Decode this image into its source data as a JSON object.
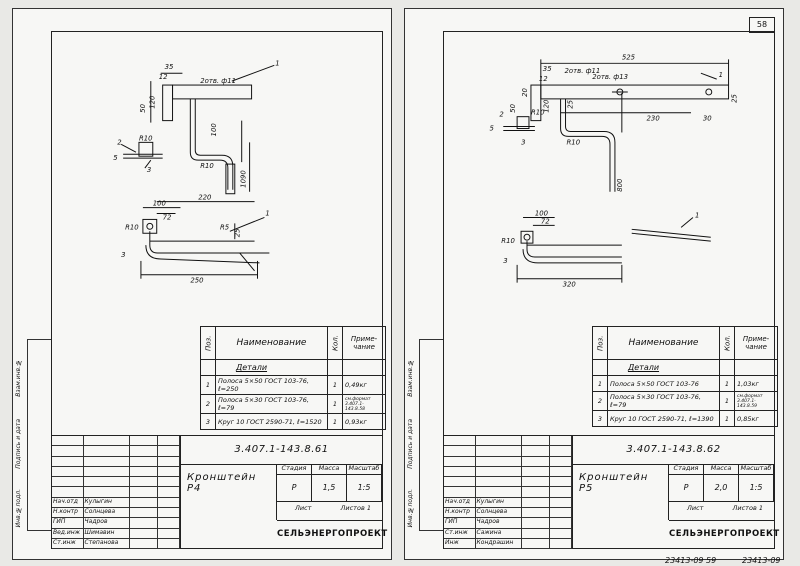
{
  "sheet_number": "58",
  "footnote": "23413-09  59",
  "footnote_extra": "23413-09",
  "side_labels": [
    "Инв.№подл.",
    "Подпись и дата",
    "Взам.инв.№"
  ],
  "left": {
    "doc_code": "3.407.1-143.8.61",
    "title": "Кронштейн  Р4",
    "stage_headers": [
      "Стадия",
      "Масса",
      "Масштаб"
    ],
    "stage_values": [
      "Р",
      "1,5",
      "1:5"
    ],
    "sheet_label": "Лист",
    "sheets_label": "Листов 1",
    "org": "СЕЛЬЭНЕРГОПРОЕКТ",
    "spec": {
      "h_pos": "Поз.",
      "h_name": "Наименование",
      "h_qty": "Кол.",
      "h_rem": "Приме-чание",
      "section": "Детали",
      "rows": [
        {
          "pos": "1",
          "name": "Полоса 5×50 ГОСТ 103-76, ℓ=250",
          "qty": "1",
          "rem": "0,49кг"
        },
        {
          "pos": "2",
          "name": "Полоса 5×30 ГОСТ 103-76, ℓ=79",
          "qty": "1",
          "rem": "см.формат 3.407.1-143.8.58"
        },
        {
          "pos": "3",
          "name": "Круг 10 ГОСТ 2590-71, ℓ=1520",
          "qty": "1",
          "rem": "0,93кг"
        }
      ]
    },
    "signatures": [
      [
        "Нач.отд",
        "Кулыгин",
        "",
        ""
      ],
      [
        "Н.контр",
        "Солнцева",
        "",
        ""
      ],
      [
        "ГИП",
        "Чадров",
        "",
        ""
      ],
      [
        "Вед.инж",
        "Шимавин",
        "",
        ""
      ],
      [
        "Ст.инж",
        "Степанова",
        "",
        ""
      ]
    ],
    "dims": [
      "35",
      "12",
      "2отв. ф11",
      "1",
      "120",
      "50",
      "100",
      "2",
      "R10",
      "5",
      "3",
      "R10",
      "1090",
      "100",
      "220",
      "72",
      "R10",
      "R5",
      "25",
      "3",
      "250",
      "1"
    ]
  },
  "right": {
    "doc_code": "3.407.1-143.8.62",
    "title": "Кронштейн",
    "title2": "Р5",
    "stage_headers": [
      "Стадия",
      "Масса",
      "Масштаб"
    ],
    "stage_values": [
      "Р",
      "2,0",
      "1:5"
    ],
    "sheet_label": "Лист",
    "sheets_label": "Листов 1",
    "org": "СЕЛЬЭНЕРГОПРОЕКТ",
    "spec": {
      "h_pos": "Поз.",
      "h_name": "Наименование",
      "h_qty": "Кол.",
      "h_rem": "Приме-чание",
      "section": "Детали",
      "rows": [
        {
          "pos": "1",
          "name": "Полоса 5×50 ГОСТ 103-76",
          "qty": "1",
          "rem": "1,03кг"
        },
        {
          "pos": "2",
          "name": "Полоса 5×30 ГОСТ 103-76, ℓ=79",
          "qty": "1",
          "rem": "см.формат 3.407.1-143.8.59"
        },
        {
          "pos": "3",
          "name": "Круг 10 ГОСТ 2590-71, ℓ=1390",
          "qty": "1",
          "rem": "0,85кг"
        }
      ]
    },
    "signatures": [
      [
        "Нач.отд",
        "Кулыгин",
        "",
        ""
      ],
      [
        "Н.контр",
        "Солнцева",
        "",
        ""
      ],
      [
        "ГИП",
        "Чадров",
        "",
        ""
      ],
      [
        "Ст.инж",
        "Сажина",
        "",
        ""
      ],
      [
        "Инж",
        "Кондрашин",
        "",
        ""
      ]
    ],
    "dims": [
      "525",
      "35",
      "12",
      "2отв. ф11",
      "2отв. ф13",
      "1",
      "20",
      "50",
      "120",
      "25",
      "230",
      "30",
      "25",
      "2",
      "R10",
      "5",
      "3",
      "R10",
      "800",
      "100",
      "72",
      "R10",
      "1",
      "320",
      "3"
    ]
  }
}
